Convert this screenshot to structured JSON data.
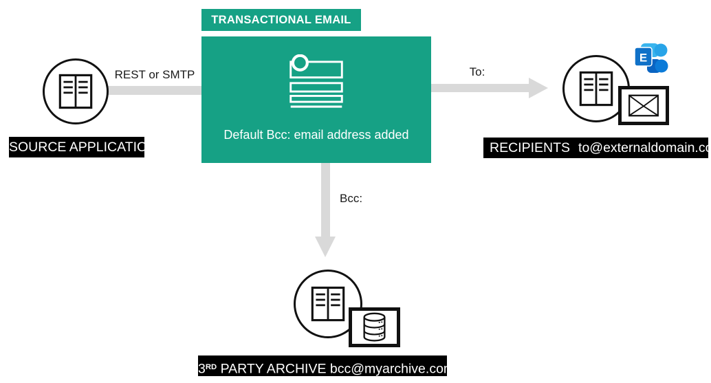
{
  "colors": {
    "teal": "#16A185",
    "arrow": "#D9D9D9",
    "label-bg": "#000000",
    "label-text": "#FFFFFF",
    "text": "#1A1A1A",
    "line": "#111111",
    "exch-light": "#3AB5EE",
    "exch-mid": "#28A4E8",
    "exch-dark": "#0A64C2",
    "exch-blob": "#0C7BD8",
    "exch-tile": "#1071C8"
  },
  "header": {
    "title": "TRANSACTIONAL EMAIL"
  },
  "central_box": {
    "caption": "Default Bcc: email address added",
    "icon": "newsletter-list-icon"
  },
  "edges": {
    "source_to_central": {
      "label": "REST or SMTP"
    },
    "central_to_recipients": {
      "label": "To:"
    },
    "central_to_archive": {
      "label": "Bcc:"
    }
  },
  "nodes": {
    "source": {
      "label": "SOURCE APPLICATION",
      "icon": "application-icon"
    },
    "recipients": {
      "label": "RECIPIENTS",
      "address": "to@externaldomain.com",
      "icons": [
        "application-icon",
        "exchange-logo",
        "envelope-icon"
      ],
      "exchange_letter": "E"
    },
    "archive": {
      "label_prefix": "3",
      "label_ordinal": "RD",
      "label_rest": " PARTY ARCHIVE bcc@myarchive.com",
      "icons": [
        "application-icon",
        "database-icon"
      ]
    }
  }
}
